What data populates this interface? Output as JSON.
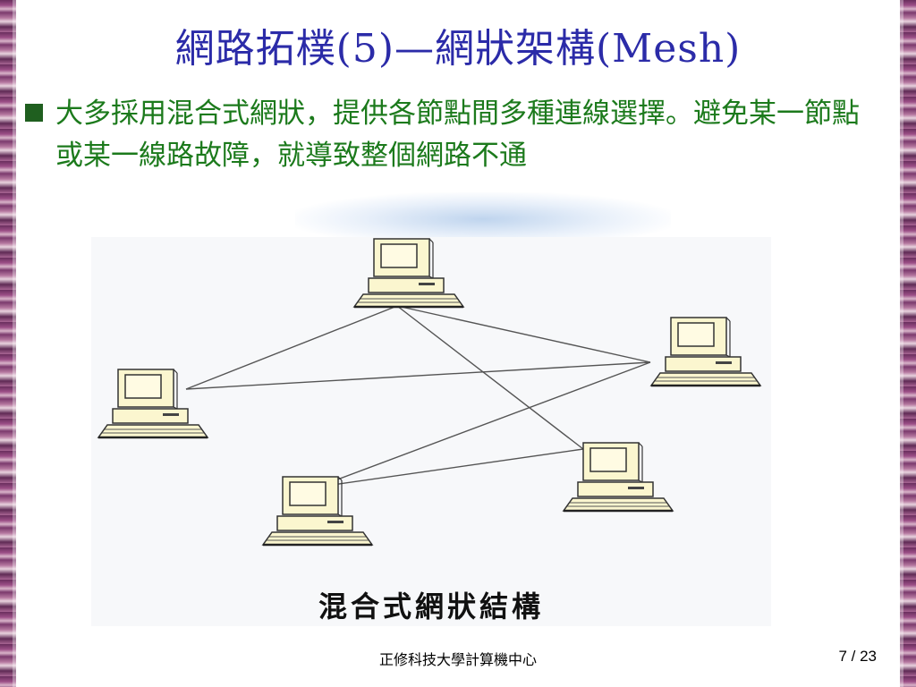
{
  "slide": {
    "title": "網路拓樸(5)—網狀架構(Mesh)",
    "bullets": [
      "大多採用混合式網狀，提供各節點間多種連線選擇。避免某一節點或某一線路故障，就導致整個網路不通"
    ],
    "footer_center": "正修科技大學計算機中心",
    "page_number": "7 / 23"
  },
  "diagram": {
    "caption": "混合式網狀結構",
    "nodes": [
      "computer",
      "computer",
      "computer",
      "computer",
      "computer"
    ],
    "icon": "desktop-computer-icon"
  },
  "colors": {
    "title": "#2b2ba8",
    "bullet_text": "#1c7a1c",
    "bullet_square": "#1f5f1f",
    "computer_body": "#fbf6cf",
    "link_line": "#555555"
  }
}
